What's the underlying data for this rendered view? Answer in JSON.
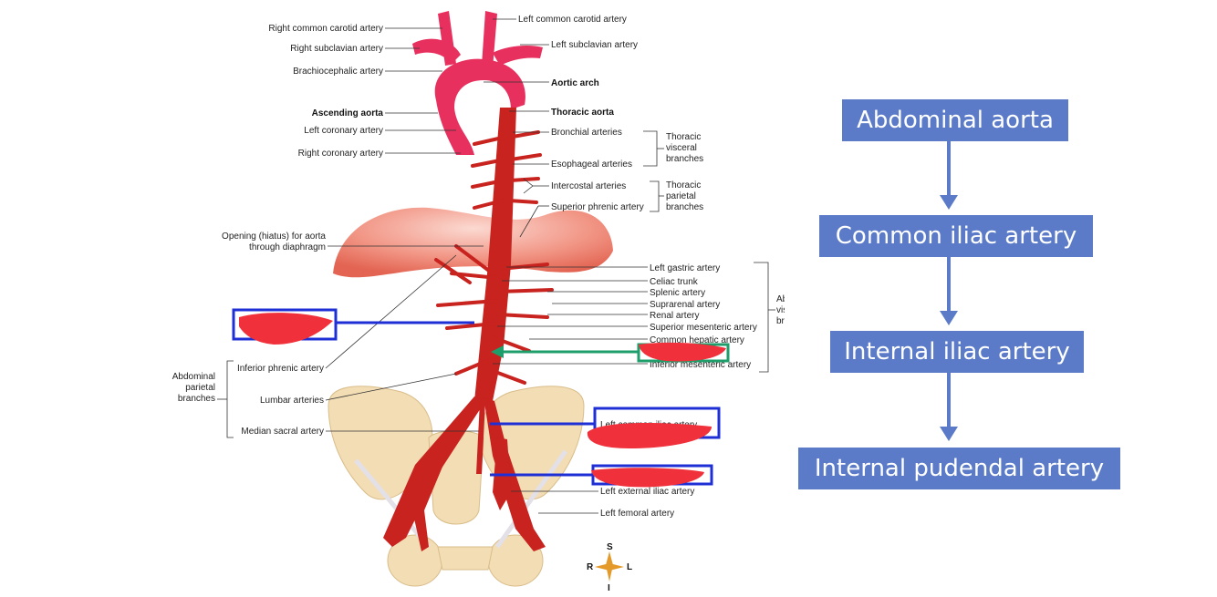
{
  "diagram": {
    "labels_left": {
      "right_common_carotid": "Right common carotid artery",
      "right_subclavian": "Right subclavian artery",
      "brachiocephalic": "Brachiocephalic artery",
      "ascending_aorta": "Ascending aorta",
      "left_coronary": "Left coronary artery",
      "right_coronary": "Right coronary artery",
      "opening_hiatus_1": "Opening (hiatus) for aorta",
      "opening_hiatus_2": "through diaphragm",
      "inferior_phrenic": "Inferior phrenic artery",
      "lumbar": "Lumbar arteries",
      "median_sacral": "Median sacral artery",
      "abdominal_parietal_1": "Abdominal",
      "abdominal_parietal_2": "parietal",
      "abdominal_parietal_3": "branches"
    },
    "labels_right": {
      "left_common_carotid": "Left common carotid artery",
      "left_subclavian": "Left subclavian artery",
      "aortic_arch": "Aortic arch",
      "thoracic_aorta": "Thoracic aorta",
      "bronchial": "Bronchial arteries",
      "esophageal": "Esophageal arteries",
      "intercostal": "Intercostal arteries",
      "superior_phrenic": "Superior phrenic artery",
      "thoracic_visceral_1": "Thoracic",
      "thoracic_visceral_2": "visceral",
      "thoracic_visceral_3": "branches",
      "thoracic_parietal_1": "Thoracic",
      "thoracic_parietal_2": "parietal",
      "thoracic_parietal_3": "branches",
      "left_gastric": "Left gastric artery",
      "celiac_trunk": "Celiac trunk",
      "splenic": "Splenic artery",
      "suprarenal": "Suprarenal artery",
      "renal": "Renal artery",
      "superior_mesenteric": "Superior mesenteric artery",
      "common_hepatic": "Common hepatic artery",
      "inferior_mesenteric": "Inferior mesenteric artery",
      "abdominal_visceral_1": "Abdominal",
      "abdominal_visceral_2": "visceral",
      "abdominal_visceral_3": "branches",
      "left_common_iliac": "Left common iliac artery",
      "left_external_iliac": "Left external iliac artery",
      "left_femoral": "Left femoral artery"
    },
    "compass": {
      "s": "S",
      "i": "I",
      "r": "R",
      "l": "L"
    }
  },
  "flowchart": {
    "steps": [
      "Abdominal aorta",
      "Common iliac artery",
      "Internal iliac artery",
      "Internal pudendal artery"
    ]
  },
  "colors": {
    "flow_box": "#5b7bc8",
    "annotation_blue": "#1f2fd6",
    "annotation_green": "#1e9e6a",
    "redaction": "#f0303a",
    "artery": "#c8231e",
    "arch": "#e8305e"
  }
}
